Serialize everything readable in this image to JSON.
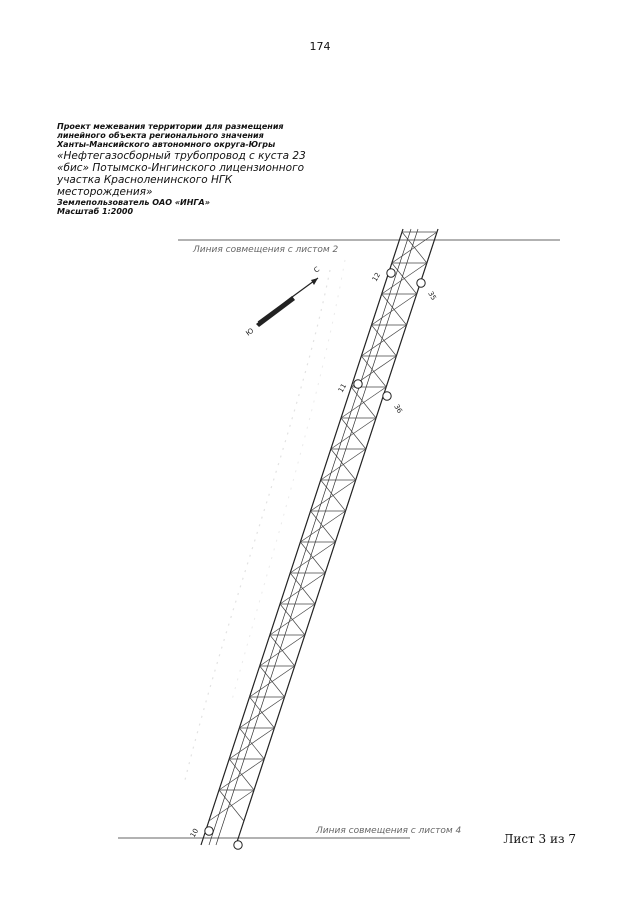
{
  "page": {
    "number": "174"
  },
  "title_block": {
    "lines": [
      "Проект межевания территории для размещения",
      "линейного объекта регионального значения",
      "Ханты-Мансийского автономного округа-Югры",
      "«Нефтегазосборный трубопровод с куста 23",
      "«бис» Потымско-Ингинского лицензионного",
      "участка Красноленинского НГК",
      "месторождения»",
      "Землепользователь ОАО «ИНГА»",
      "Масштаб 1:2000"
    ]
  },
  "map": {
    "match_line_top": "Линия совмещения с листом 2",
    "match_line_bottom": "Линия совмещения с листом 4",
    "north_arrow": {
      "north_label": "С",
      "south_label": "Ю"
    },
    "points": [
      "12",
      "35",
      "11",
      "36",
      "10"
    ]
  },
  "sheet": {
    "label": "Лист 3 из 7"
  }
}
